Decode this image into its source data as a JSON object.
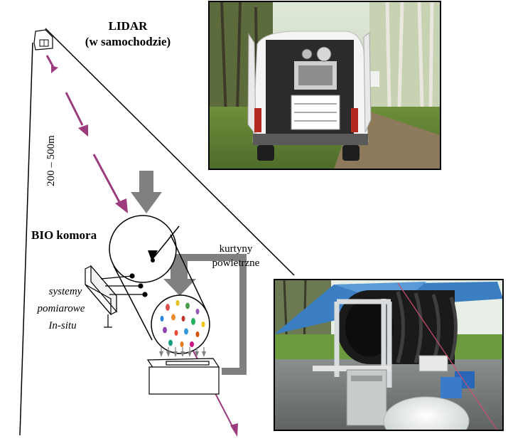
{
  "labels": {
    "lidar_title": "LIDAR",
    "lidar_subtitle": "(w samochodzie)",
    "distance": "200 – 500m",
    "chamber": "BIO komora",
    "curtains_line1": "kurtyny",
    "curtains_line2": "powietrzne",
    "insitu_line1": "systemy",
    "insitu_line2": "pomiarowe",
    "insitu_line3": "In-situ"
  },
  "photos": [
    {
      "subject": "van-with-lidar-photo"
    },
    {
      "subject": "bio-chamber-tent-photo"
    }
  ],
  "colors": {
    "laser_beam": "#9c3b7e",
    "flow_arrow": "#808080",
    "outline": "#000000",
    "photo_frame": "#000000"
  }
}
